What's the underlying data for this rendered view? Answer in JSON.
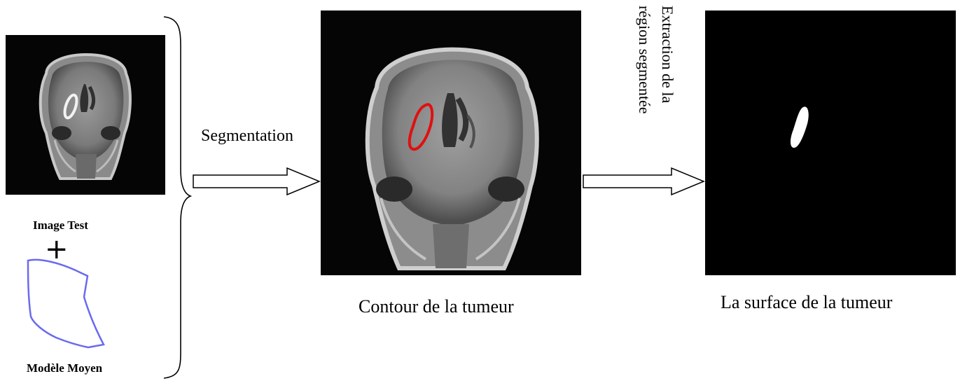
{
  "labels": {
    "image_test": "Image Test",
    "plus": "+",
    "modele_moyen": "Modèle  Moyen",
    "segmentation": "Segmentation",
    "contour": "Contour de la tumeur",
    "extraction_line1": "Extraction de la",
    "extraction_line2": "région segmentée",
    "surface": "La surface de la tumeur"
  },
  "colors": {
    "panel_background": "#000000",
    "test_contour": "#e8e8e8",
    "model_contour": "#6a6af0",
    "tumor_contour": "#e01010",
    "tumor_mask": "#ffffff"
  }
}
